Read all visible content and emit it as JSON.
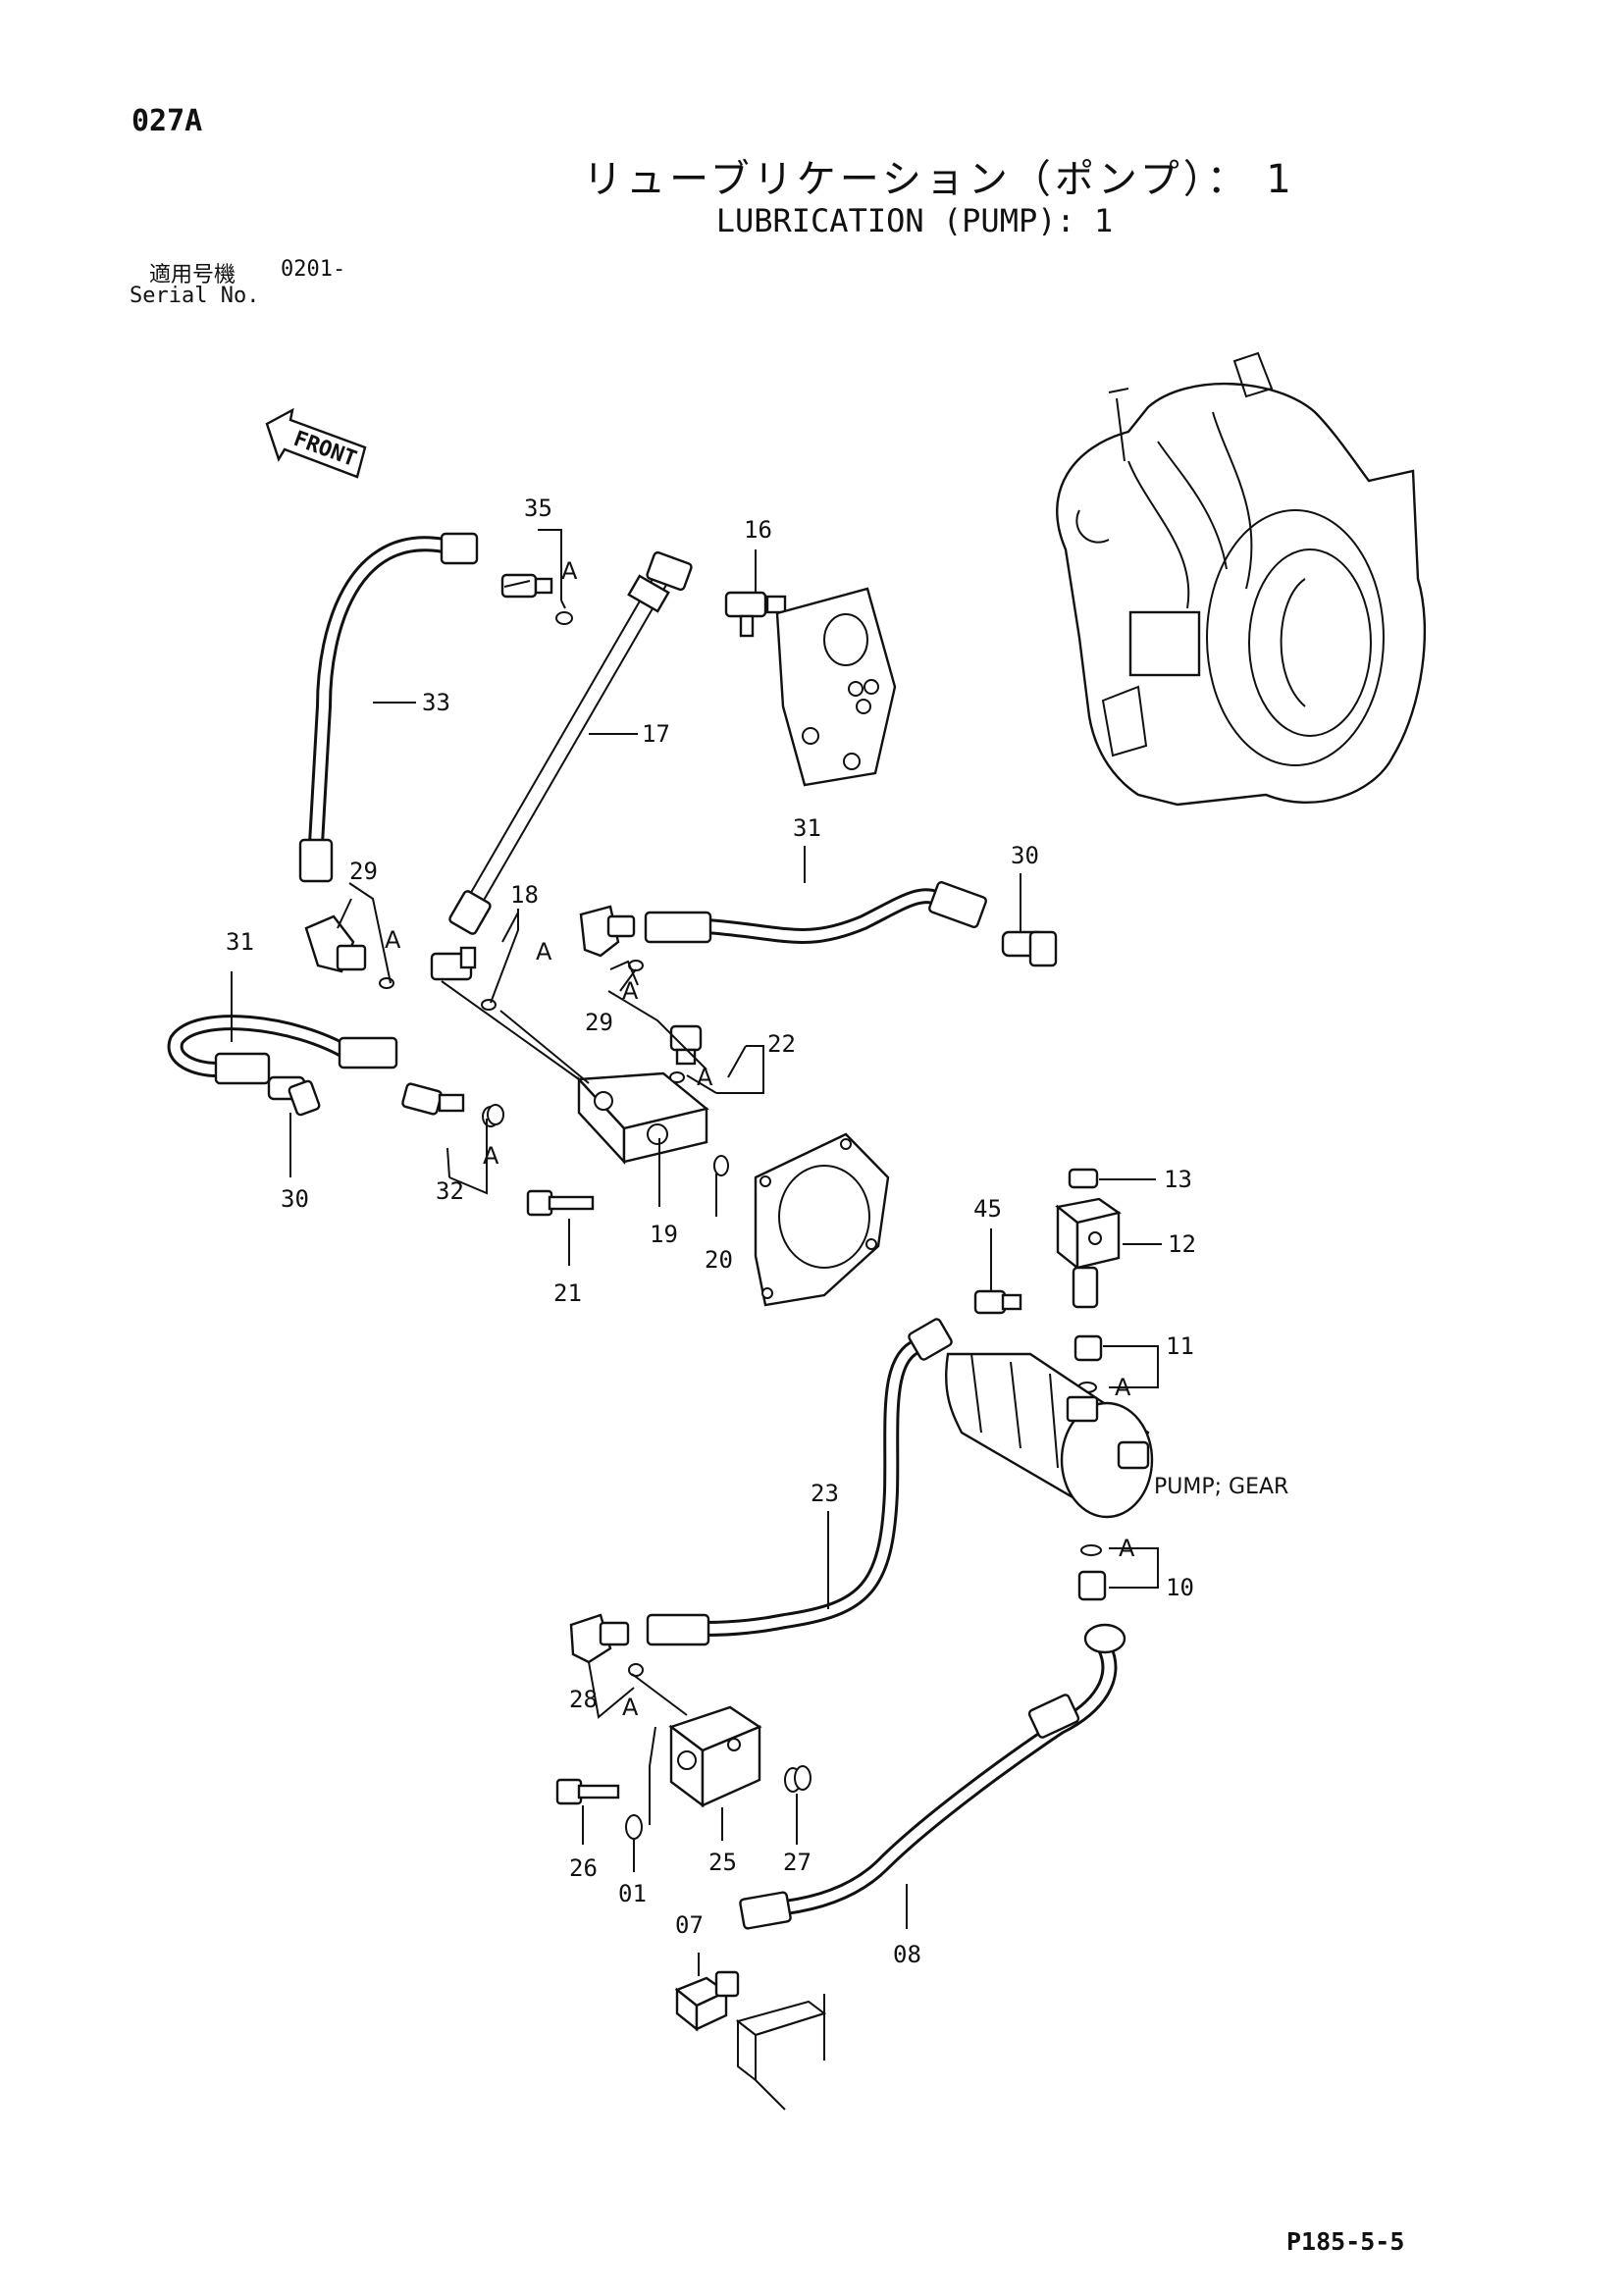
{
  "header": {
    "page_id": "027A",
    "title_jp": "リューブリケーション（ポンプ）： 1",
    "title_en": "LUBRICATION (PUMP): 1",
    "serial_label_jp": "適用号機",
    "serial_number": "0201-",
    "serial_label_en": "Serial No."
  },
  "front_label": "FRONT",
  "pump_label": "PUMP; GEAR",
  "seal_mark": "A",
  "part_numbers": {
    "p35": "35",
    "p16": "16",
    "p33": "33",
    "p17": "17",
    "p31_top": "31",
    "p30_top": "30",
    "p29_left": "29",
    "p18": "18",
    "p31_left": "31",
    "p29_mid": "29",
    "p22": "22",
    "p30_left": "30",
    "p32": "32",
    "p19": "19",
    "p20": "20",
    "p21": "21",
    "p13": "13",
    "p45": "45",
    "p12": "12",
    "p11": "11",
    "p23": "23",
    "p10": "10",
    "p28": "28",
    "p26": "26",
    "p25": "25",
    "p27": "27",
    "p01": "01",
    "p07": "07",
    "p08": "08"
  },
  "footer": {
    "page_code": "P185-5-5"
  }
}
